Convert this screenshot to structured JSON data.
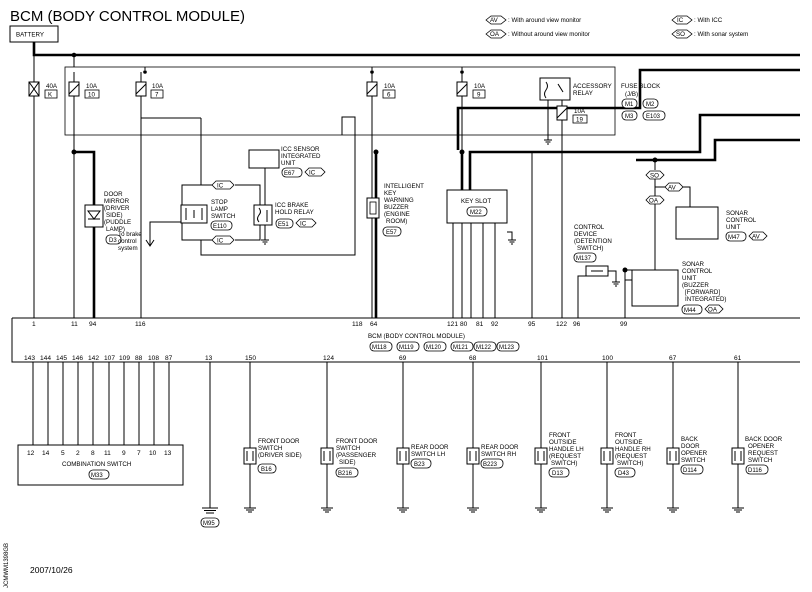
{
  "title": "BCM (BODY CONTROL MODULE)",
  "legend": [
    {
      "code": "AV",
      "text": ": With around view monitor"
    },
    {
      "code": "OA",
      "text": ": Without around view monitor"
    },
    {
      "code": "IC",
      "text": ": With ICC"
    },
    {
      "code": "SO",
      "text": ": With sonar system"
    }
  ],
  "battery": "BATTERY",
  "fuses": [
    {
      "amp": "40A",
      "num": "K"
    },
    {
      "amp": "10A",
      "num": "10"
    },
    {
      "amp": "10A",
      "num": "7"
    },
    {
      "amp": "10A",
      "num": "6"
    },
    {
      "amp": "10A",
      "num": "9"
    },
    {
      "amp": "10A",
      "num": "19"
    }
  ],
  "fuse_block": {
    "lines": [
      "FUSE BLOCK",
      "(J/B)"
    ],
    "connectors": [
      "M1",
      "M2",
      "M3",
      "E103"
    ]
  },
  "accessory_relay": [
    "ACCESSORY",
    "RELAY"
  ],
  "door_mirror": {
    "lines": [
      "DOOR",
      "MIRROR",
      "(DRIVER",
      "SIDE)",
      "(PUDDLE",
      "LAMP)"
    ],
    "connector": "D3"
  },
  "brake_note": [
    "To brake",
    "control",
    "system"
  ],
  "stop_lamp": {
    "lines": [
      "STOP",
      "LAMP",
      "SWITCH"
    ],
    "connector": "E110"
  },
  "icc_sensor": {
    "lines": [
      "ICC SENSOR",
      "INTEGRATED",
      "UNIT"
    ],
    "connector": "E67",
    "tag": "IC"
  },
  "icc_brake_relay": {
    "lines": [
      "ICC BRAKE",
      "HOLD RELAY"
    ],
    "connector": "E51",
    "tag": "IC"
  },
  "ic_tags": [
    "IC",
    "IC"
  ],
  "buzzer": {
    "lines": [
      "INTELLIGENT",
      "KEY",
      "WARNING",
      "BUZZER",
      "(ENGINE",
      "ROOM)"
    ],
    "connector": "E57"
  },
  "key_slot": {
    "label": "KEY SLOT",
    "connector": "M22"
  },
  "control_device": {
    "lines": [
      "CONTROL",
      "DEVICE",
      "(DETENTION",
      "SWITCH)"
    ],
    "connector": "M137"
  },
  "sonar_tags": [
    "SO",
    "AV",
    "OA"
  ],
  "sonar_unit_av": {
    "lines": [
      "SONAR",
      "CONTROL",
      "UNIT"
    ],
    "connector": "M47",
    "tag": "AV"
  },
  "sonar_unit_oa": {
    "lines": [
      "SONAR",
      "CONTROL",
      "UNIT",
      "(BUZZER",
      "[FORWARD]",
      "INTEGRATED)"
    ],
    "connector": "M44",
    "tag": "OA"
  },
  "bcm": {
    "label": "BCM (BODY CONTROL MODULE)",
    "connectors": [
      "M118",
      "M119",
      "M120",
      "M121",
      "M122",
      "M123"
    ],
    "top_pins": [
      "1",
      "11",
      "94",
      "116",
      "118",
      "64",
      "121",
      "80",
      "81",
      "92",
      "95",
      "122",
      "96",
      "99"
    ],
    "bottom_pins": [
      "143",
      "144",
      "145",
      "146",
      "142",
      "107",
      "109",
      "88",
      "108",
      "87",
      "13",
      "150",
      "124",
      "69",
      "68",
      "101",
      "100",
      "67",
      "61"
    ]
  },
  "combination_switch": {
    "label": "COMBINATION SWITCH",
    "pins": [
      "12",
      "14",
      "5",
      "2",
      "8",
      "11",
      "9",
      "7",
      "10",
      "13"
    ],
    "connector": "M33"
  },
  "ground_connector": "M95",
  "door_switches": [
    {
      "lines": [
        "FRONT DOOR",
        "SWITCH",
        "(DRIVER SIDE)"
      ],
      "connector": "B16"
    },
    {
      "lines": [
        "FRONT DOOR",
        "SWITCH",
        "(PASSENGER",
        "SIDE)"
      ],
      "connector": "B216"
    },
    {
      "lines": [
        "REAR DOOR",
        "SWITCH LH"
      ],
      "connector": "B23"
    },
    {
      "lines": [
        "REAR DOOR",
        "SWITCH RH"
      ],
      "connector": "B223"
    },
    {
      "lines": [
        "FRONT",
        "OUTSIDE",
        "HANDLE LH",
        "(REQUEST",
        "SWITCH)"
      ],
      "connector": "D13"
    },
    {
      "lines": [
        "FRONT",
        "OUTSIDE",
        "HANDLE RH",
        "(REQUEST",
        "SWITCH)"
      ],
      "connector": "D43"
    },
    {
      "lines": [
        "BACK",
        "DOOR",
        "OPENER",
        "SWITCH"
      ],
      "connector": "D114"
    },
    {
      "lines": [
        "BACK DOOR",
        "OPENER",
        "REQUEST",
        "SWITCH"
      ],
      "connector": "D116"
    }
  ],
  "date": "2007/10/26",
  "code": "JCMWM1398GB"
}
